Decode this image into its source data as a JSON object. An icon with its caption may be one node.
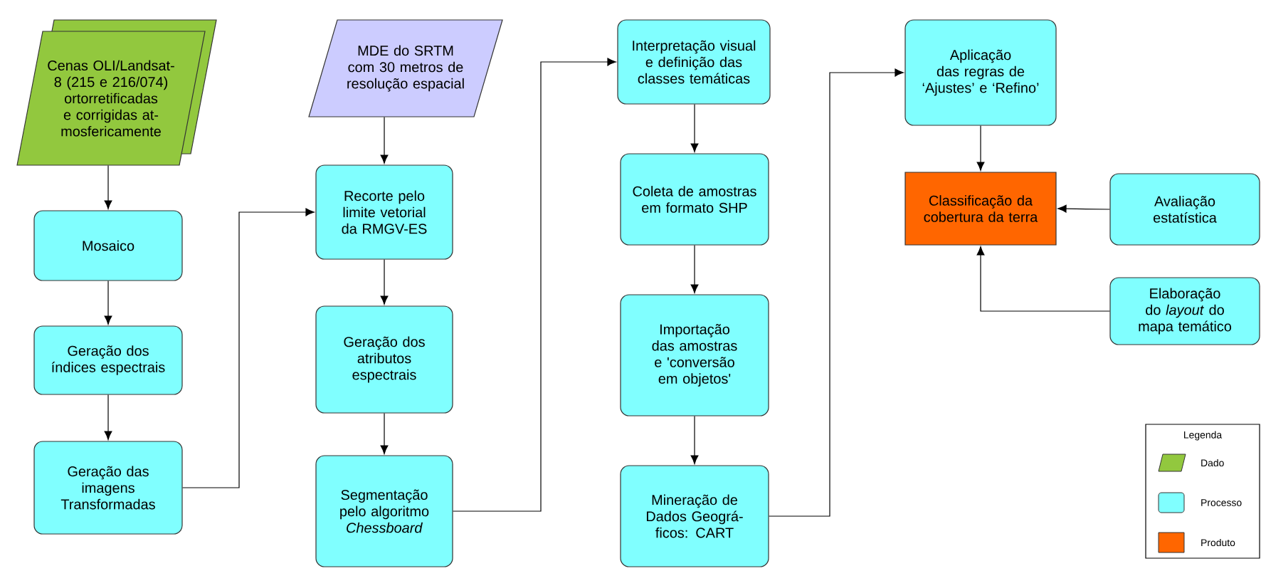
{
  "diagram": {
    "nodes": [
      {
        "text": [
          "Cenas OLI/Landsat-8 (215 e 216/074) ortorretificadas e corrigidas at- mosfericamente"
        ]
      },
      {
        "text": [
          "Mosaico"
        ]
      },
      {
        "text": [
          "Geração dos índices espectrais"
        ]
      },
      {
        "text": [
          "Geração das imagens Transformadas"
        ]
      },
      {
        "text": [
          "MDE do SRTM com 30 metros de resolução espacial"
        ]
      },
      {
        "text": [
          "Recorte pelo limite vetorial da RMGV-ES"
        ]
      },
      {
        "text": [
          "Geração dos atributos espectrais"
        ]
      },
      {
        "text": [
          "Segmentação pelo algoritmo *Chessboard*"
        ]
      },
      {
        "text": [
          "Interpretação visual e definição das classes temáticas"
        ]
      },
      {
        "text": [
          "Coleta de amostras em formato SHP"
        ]
      },
      {
        "text": [
          "Importação das amostras e 'conversão em objetos'"
        ]
      },
      {
        "text": [
          "Mineração de Dados Geográ- ficos: CART"
        ]
      },
      {
        "text": [
          "Aplicação das regras de ‘Ajustes’ e ‘Refino’"
        ]
      },
      {
        "text": [
          "Classificação da cobertura da terra"
        ]
      },
      {
        "text": [
          "Avaliação estatística"
        ]
      },
      {
        "text": [
          "Elaboração do *layout* do mapa temático"
        ]
      }
    ],
    "edges": [
      {
        "from": 0,
        "to": 1,
        "arrow": "to"
      },
      {
        "from": 1,
        "to": 2,
        "arrow": "to"
      },
      {
        "from": 2,
        "to": 3,
        "arrow": "to"
      },
      {
        "from": 3,
        "to": 5,
        "arrow": "to"
      },
      {
        "from": 4,
        "to": 5,
        "arrow": "to"
      },
      {
        "from": 5,
        "to": 6,
        "arrow": "to"
      },
      {
        "from": 6,
        "to": 7,
        "arrow": "to"
      },
      {
        "from": 7,
        "to": 8,
        "arrow": "to"
      },
      {
        "from": 8,
        "to": 9,
        "arrow": "to"
      },
      {
        "from": 9,
        "to": 10,
        "arrow": "to"
      },
      {
        "from": 10,
        "to": 11,
        "arrow": "to"
      },
      {
        "from": 11,
        "to": 12,
        "arrow": "to"
      },
      {
        "from": 12,
        "to": 13,
        "arrow": "to"
      },
      {
        "from": 14,
        "to": 13,
        "arrow": "to"
      },
      {
        "from": 15,
        "to": 13,
        "arrow": "to"
      }
    ],
    "labels": [
      "Legenda"
    ],
    "legend": [
      {
        "text": "Dado",
        "color": "#92c83e"
      },
      {
        "text": "Processo",
        "color": "#80ffff"
      },
      {
        "text": "Produto",
        "color": "#ff6600"
      }
    ]
  }
}
